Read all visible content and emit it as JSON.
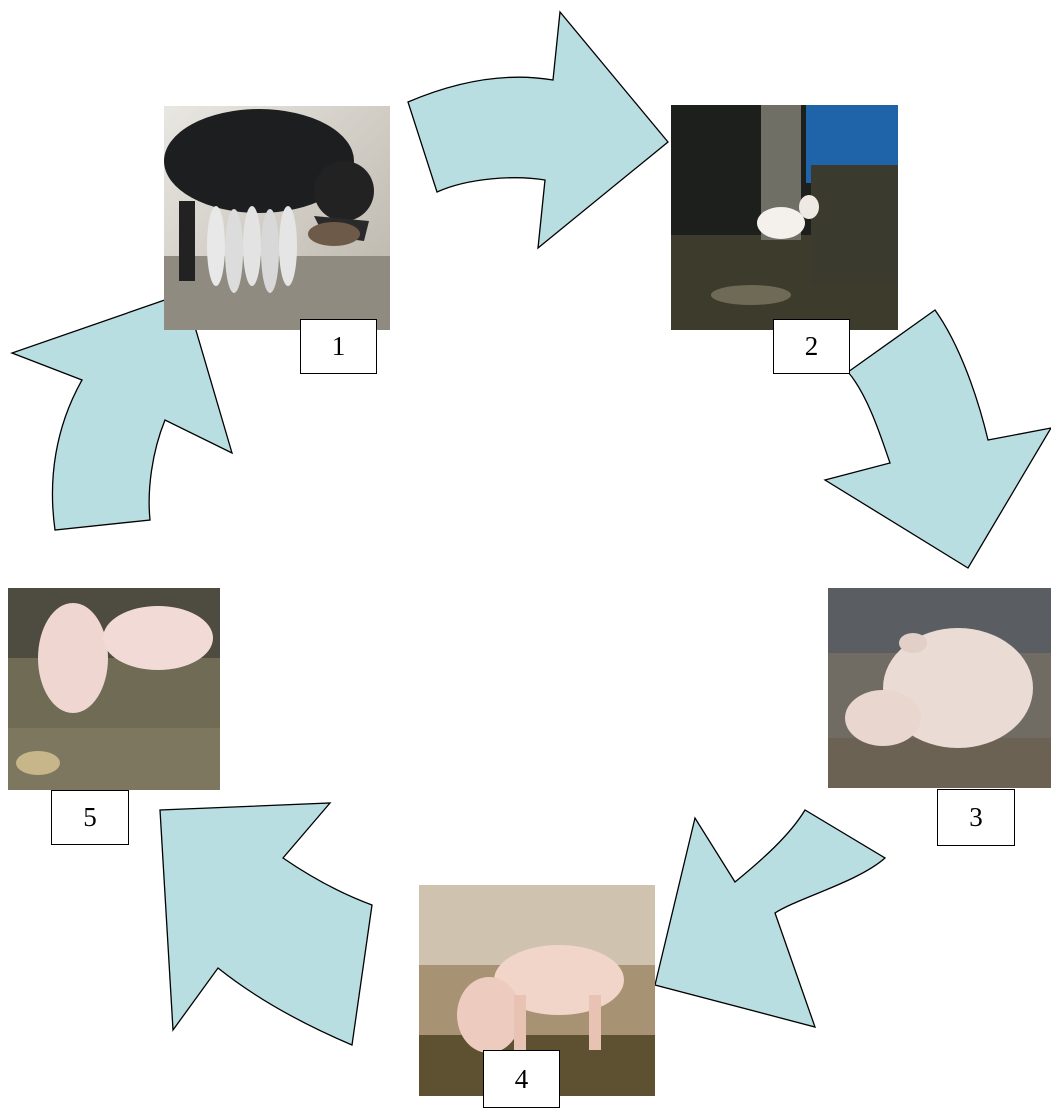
{
  "steps": [
    {
      "number": "1"
    },
    {
      "number": "2"
    },
    {
      "number": "3"
    },
    {
      "number": "4"
    },
    {
      "number": "5"
    }
  ],
  "colors": {
    "arrow_fill": "#b8dee2",
    "arrow_stroke": "#000000",
    "label_border": "#000000"
  },
  "flow": [
    "1",
    "2",
    "3",
    "4",
    "5",
    "1"
  ]
}
